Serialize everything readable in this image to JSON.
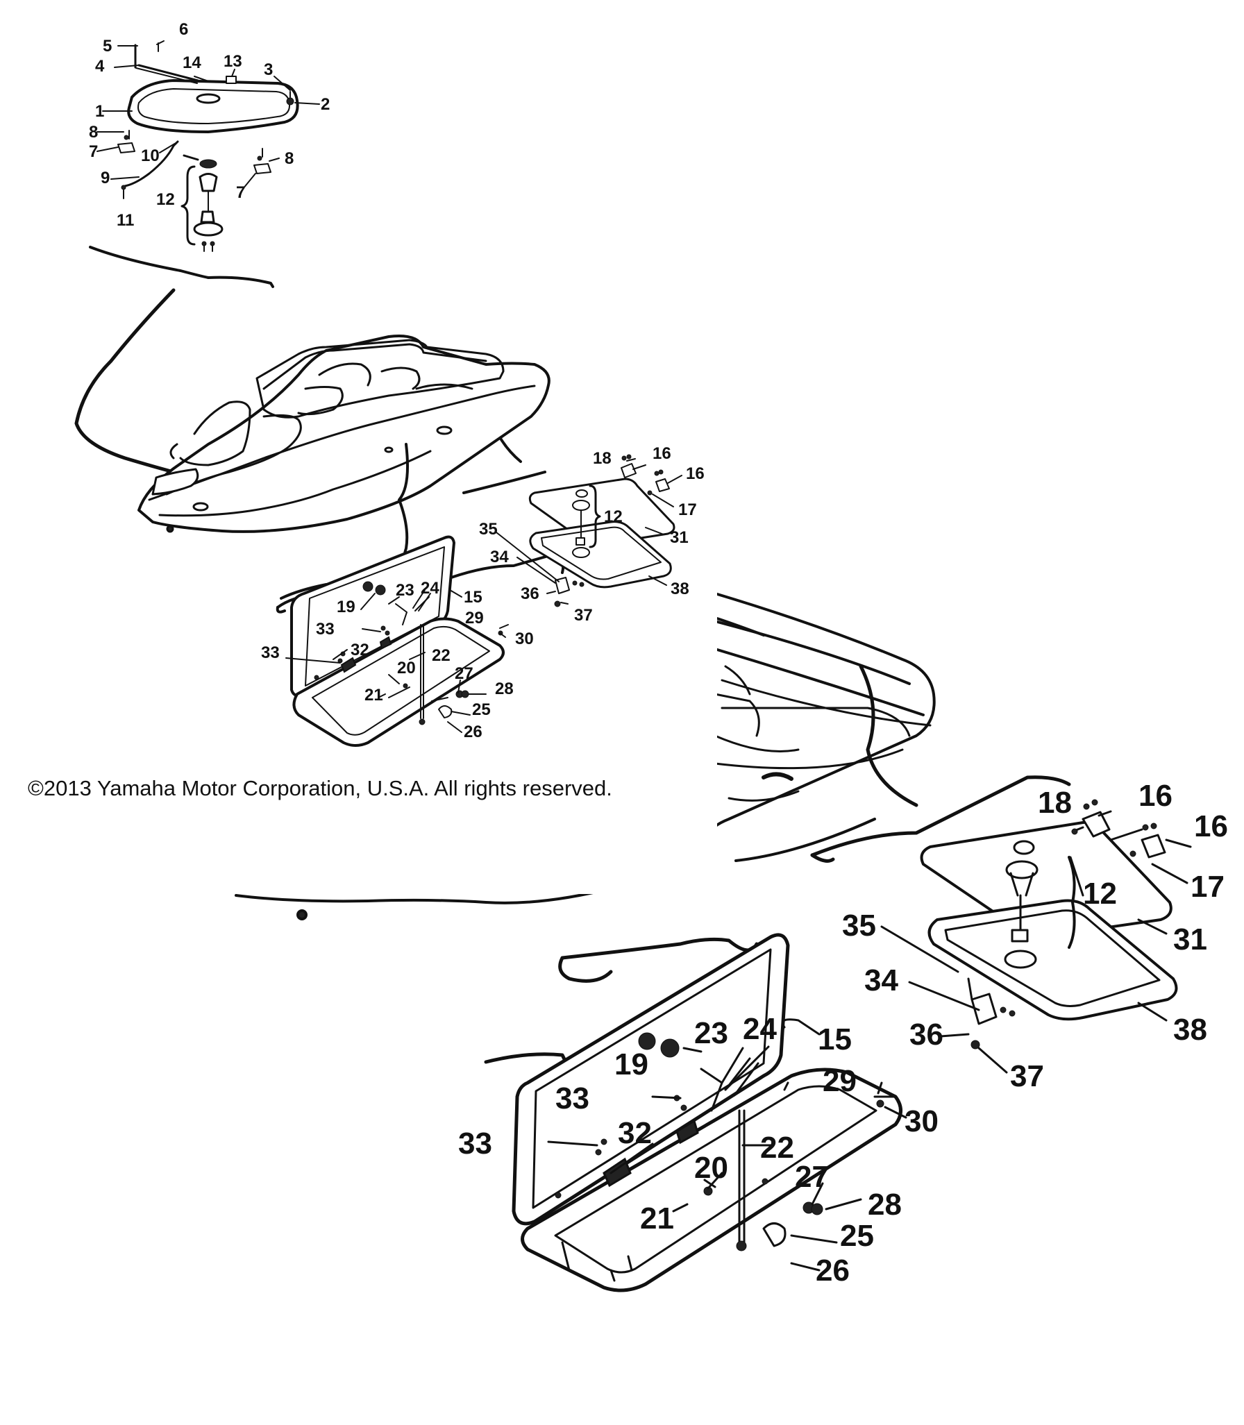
{
  "copyright": "©2013 Yamaha Motor Corporation, U.S.A. All rights reserved.",
  "callouts_small": {
    "c1": "1",
    "c2": "2",
    "c3": "3",
    "c4": "4",
    "c5": "5",
    "c6": "6",
    "c7a": "7",
    "c7b": "7",
    "c8a": "8",
    "c8b": "8",
    "c9": "9",
    "c10": "10",
    "c11": "11",
    "c12a": "12",
    "c13": "13",
    "c14": "14",
    "c12b": "12",
    "c15": "15",
    "c16a": "16",
    "c16b": "16",
    "c17": "17",
    "c18": "18",
    "c19": "19",
    "c20": "20",
    "c21": "21",
    "c22": "22",
    "c23": "23",
    "c24": "24",
    "c25": "25",
    "c26": "26",
    "c27": "27",
    "c28": "28",
    "c29": "29",
    "c30": "30",
    "c31": "31",
    "c32": "32",
    "c33a": "33",
    "c33b": "33",
    "c34": "34",
    "c35": "35",
    "c36": "36",
    "c37": "37",
    "c38": "38"
  },
  "callouts_large": {
    "c12": "12",
    "c15": "15",
    "c16a": "16",
    "c16b": "16",
    "c17": "17",
    "c18": "18",
    "c19": "19",
    "c20": "20",
    "c21": "21",
    "c22": "22",
    "c23": "23",
    "c24": "24",
    "c25": "25",
    "c26": "26",
    "c27": "27",
    "c28": "28",
    "c29": "29",
    "c30": "30",
    "c31": "31",
    "c32": "32",
    "c33a": "33",
    "c33b": "33",
    "c34": "34",
    "c35": "35",
    "c36": "36",
    "c37": "37",
    "c38": "38"
  }
}
